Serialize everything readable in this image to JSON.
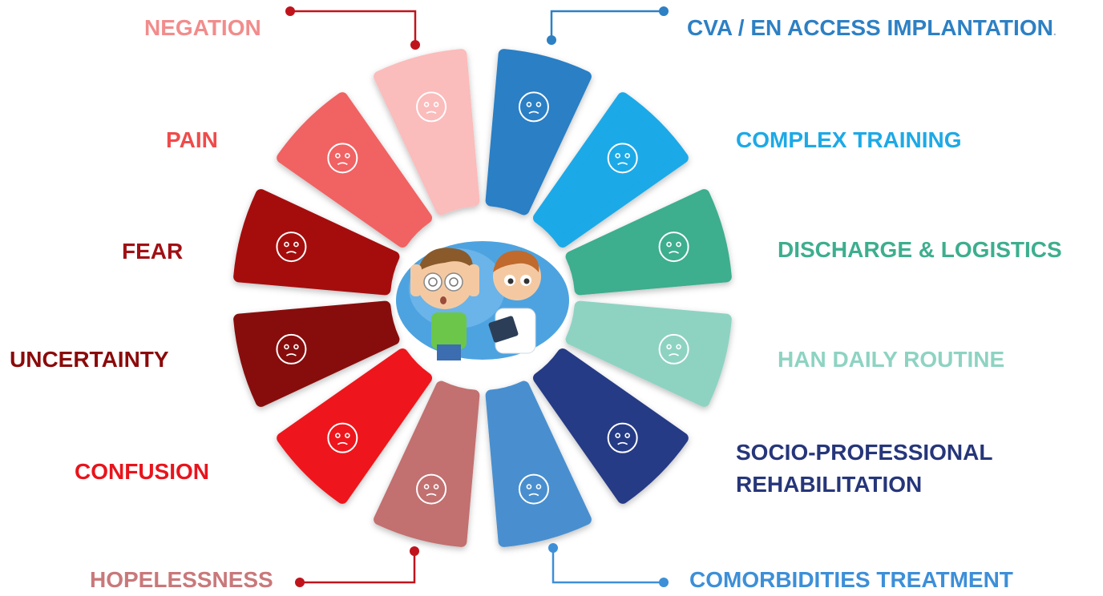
{
  "left_labels": [
    {
      "id": "negation",
      "text": "NEGATION",
      "color": "#f28c8c",
      "icon": "angry-face-icon"
    },
    {
      "id": "pain",
      "text": "PAIN",
      "color": "#ef4b4b",
      "icon": "crying-face-icon"
    },
    {
      "id": "fear",
      "text": "FEAR",
      "color": "#a01014",
      "icon": "scared-face-icon"
    },
    {
      "id": "uncertainty",
      "text": "UNCERTAINTY",
      "color": "#8b0a0a",
      "icon": "uncertain-face-icon"
    },
    {
      "id": "confusion",
      "text": "CONFUSION",
      "color": "#e8141c",
      "icon": "confused-face-icon"
    },
    {
      "id": "hopelessness",
      "text": "HOPELESSNESS",
      "color": "#c9787a",
      "icon": "sad-face-icon"
    }
  ],
  "right_labels": [
    {
      "id": "cva",
      "text": "CVA / EN ACCESS IMPLANTATION",
      "suffix": ".",
      "color": "#2d80c4",
      "icon": "patient-catheter-icon"
    },
    {
      "id": "training",
      "text": "COMPLEX TRAINING",
      "color": "#1ea9e6",
      "icon": "hand-hygiene-icon"
    },
    {
      "id": "discharge",
      "text": "DISCHARGE & LOGISTICS",
      "color": "#3dae8e",
      "icon": "house-in-hand-icon"
    },
    {
      "id": "routine",
      "text": "HAN DAILY ROUTINE",
      "color": "#8ed3c2",
      "icon": "infusion-chair-icon"
    },
    {
      "id": "socio",
      "lines": [
        "SOCIO-PROFESSIONAL",
        "REHABILITATION"
      ],
      "color": "#26367a",
      "icon": "family-group-icon"
    },
    {
      "id": "comorbid",
      "text": "COMORBIDITIES TREATMENT",
      "color": "#3d8fd8",
      "icon": "doctor-icon"
    }
  ],
  "segment_colors": {
    "right": [
      "#2a7fc5",
      "#1aa9e8",
      "#3dae8e",
      "#8ed3c2",
      "#273b86",
      "#4a8fcf"
    ],
    "left": [
      "#fbbcbc",
      "#f16263",
      "#a5090f",
      "#870a0a",
      "#ee151b",
      "#c2706f"
    ]
  },
  "center_image": "confused-patient-and-doctor-illustration"
}
